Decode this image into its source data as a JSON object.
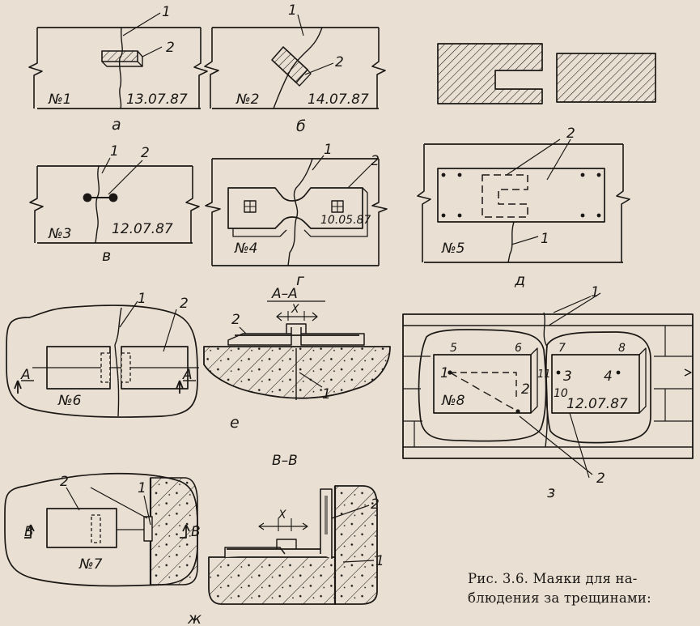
{
  "panels": {
    "a": {
      "letter": "а",
      "no": "№1",
      "date": "13.07.87",
      "c1": "1",
      "c2": "2"
    },
    "b": {
      "letter": "б",
      "no": "№2",
      "date": "14.07.87",
      "c1": "1",
      "c2": "2"
    },
    "v": {
      "letter": "в",
      "no": "№3",
      "date": "12.07.87",
      "c1": "1",
      "c2": "2"
    },
    "g": {
      "letter": "г",
      "no": "№4",
      "date": "10.05.87",
      "c1": "1",
      "c2": "2"
    },
    "d": {
      "letter": "д",
      "no": "№5",
      "c1": "1",
      "c2": "2"
    },
    "e": {
      "letter": "е",
      "no": "№6",
      "c1": "1",
      "c2": "2",
      "section": "A–A",
      "secmark": "A",
      "x": "X"
    },
    "zh": {
      "letter": "ж",
      "no": "№7",
      "c1": "1",
      "c2": "2",
      "section": "B–B",
      "secmark": "B",
      "x": "X"
    },
    "z": {
      "letter": "з",
      "no": "№8",
      "date": "12.07.87",
      "c1": "1",
      "c2": "2",
      "marks": [
        "5",
        "6",
        "7",
        "8",
        "1",
        "2",
        "3",
        "4",
        "10",
        "11"
      ]
    }
  },
  "caption": {
    "line1": "Рис. 3.6. Маяки для на-",
    "line2": "блюдения за трещинами:"
  },
  "colors": {
    "paper": "#e9e0d3",
    "ink": "#1a1714"
  }
}
